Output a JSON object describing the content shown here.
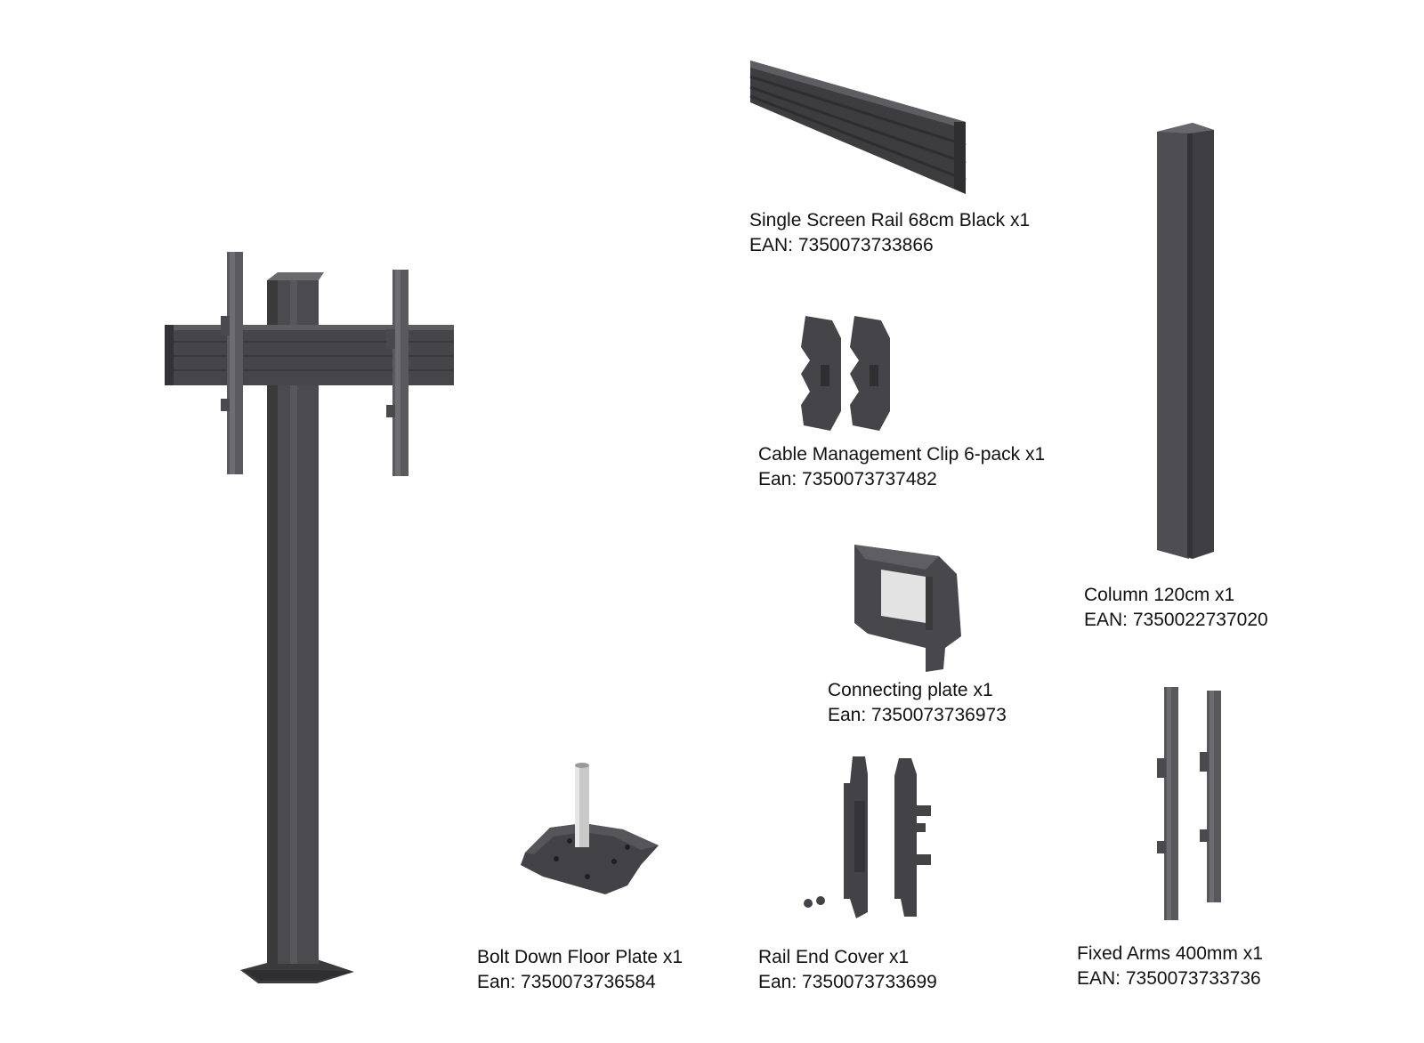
{
  "colors": {
    "metal_dark": "#3b3b3e",
    "metal_mid": "#4d4d51",
    "metal_light": "#68686c",
    "pipe": "#c9c9c9",
    "text": "#111111",
    "background": "#ffffff"
  },
  "parts": {
    "rail": {
      "name": "Single Screen Rail 68cm Black x1",
      "code": "EAN: 7350073733866"
    },
    "clip": {
      "name": "Cable Management Clip 6-pack x1",
      "code": "Ean: 7350073737482"
    },
    "column": {
      "name": "Column 120cm x1",
      "code": "EAN: 7350022737020"
    },
    "plate": {
      "name": "Connecting plate x1",
      "code": "Ean:  7350073736973"
    },
    "floor": {
      "name": "Bolt Down Floor Plate x1",
      "code": "Ean:  7350073736584"
    },
    "endcover": {
      "name": "Rail End Cover x1",
      "code": "Ean:  7350073733699"
    },
    "arms": {
      "name": "Fixed Arms 400mm x1",
      "code": "EAN: 7350073733736"
    }
  }
}
